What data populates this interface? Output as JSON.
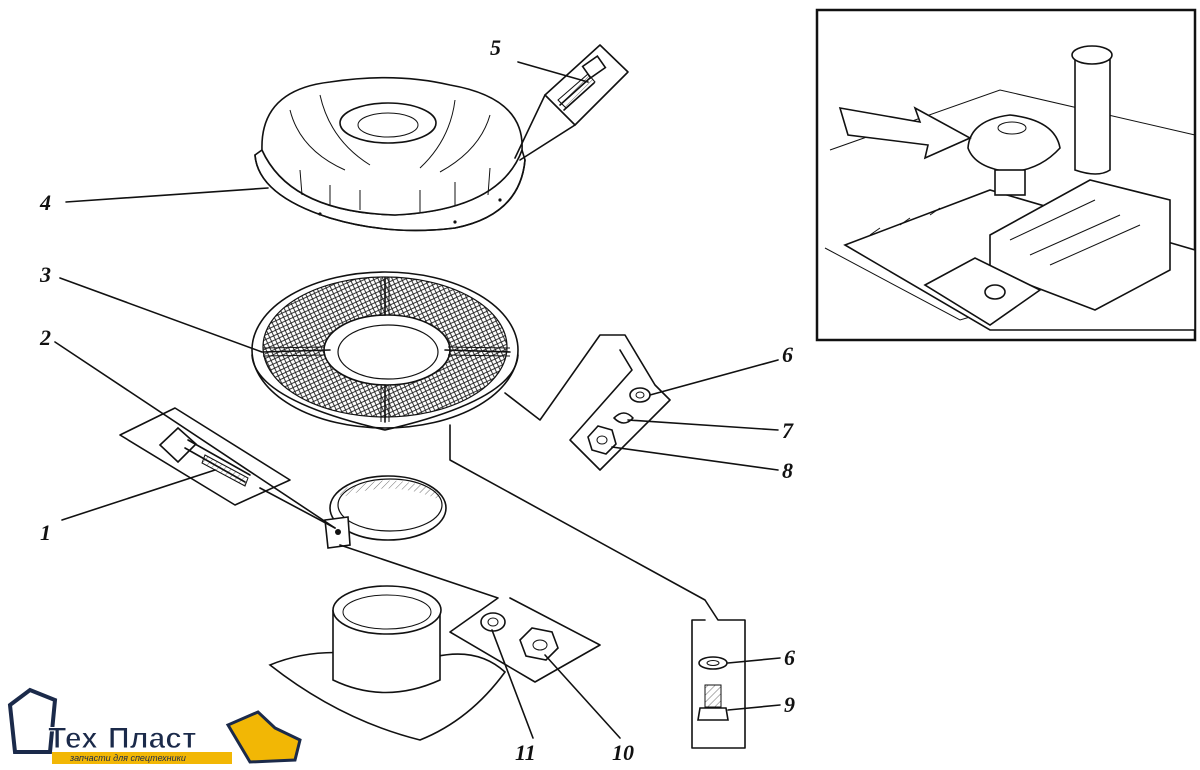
{
  "diagram": {
    "callouts": [
      {
        "id": "c1",
        "label": "1"
      },
      {
        "id": "c2",
        "label": "2"
      },
      {
        "id": "c3",
        "label": "3"
      },
      {
        "id": "c4",
        "label": "4"
      },
      {
        "id": "c5",
        "label": "5"
      },
      {
        "id": "c6a",
        "label": "6"
      },
      {
        "id": "c7",
        "label": "7"
      },
      {
        "id": "c8",
        "label": "8"
      },
      {
        "id": "c6b",
        "label": "6"
      },
      {
        "id": "c9",
        "label": "9"
      },
      {
        "id": "c10",
        "label": "10"
      },
      {
        "id": "c11",
        "label": "11"
      }
    ]
  },
  "logo": {
    "name_part1": "Тех",
    "name_part2": "Пласт",
    "tagline": "запчасти для спецтехники",
    "colors": {
      "dark": "#1b2a4a",
      "accent": "#f2b705"
    }
  },
  "colors": {
    "ink": "#111111",
    "background": "#ffffff"
  }
}
